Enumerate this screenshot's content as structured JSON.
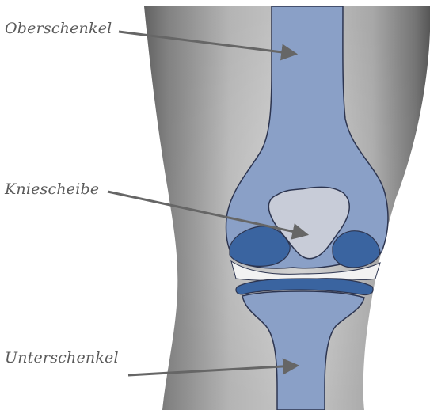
{
  "labels": {
    "femur": "Oberschenkel",
    "patella": "Kniescheibe",
    "tibia": "Unterschenkel"
  },
  "colors": {
    "leg_dark": "#6e6e6e",
    "leg_light": "#d6d6d6",
    "bone": "#8aa0c7",
    "bone_dark": "#3a64a0",
    "patella": "#c8ccd8",
    "outline": "#2d3550",
    "arrow": "#666666",
    "text": "#5a5a5a"
  }
}
